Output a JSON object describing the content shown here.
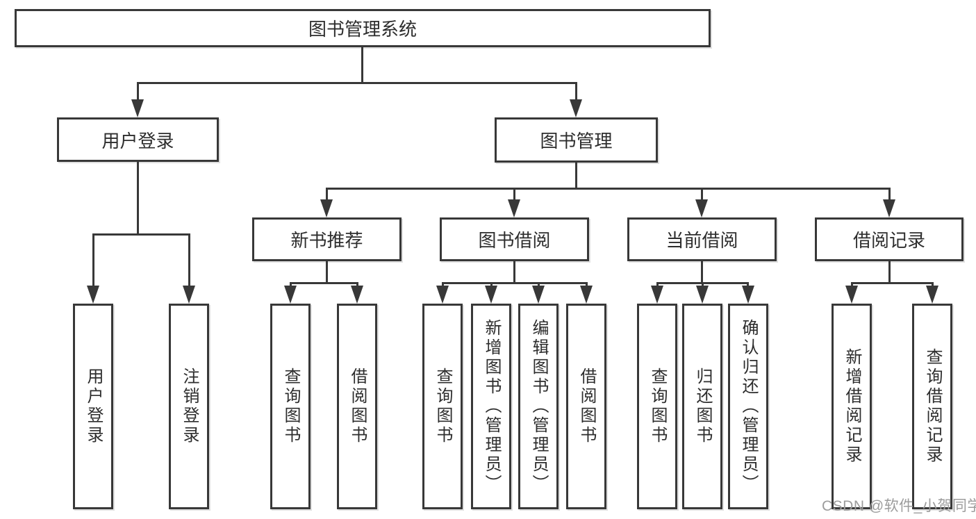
{
  "diagram": {
    "title_node": "图书管理系统",
    "level2": {
      "user_login": "用户登录",
      "book_mgmt": "图书管理"
    },
    "level3": {
      "new_books": "新书推荐",
      "book_borrow": "图书借阅",
      "current_borrow": "当前借阅",
      "borrow_records": "借阅记录"
    },
    "leaves": {
      "user_login": [
        "用户登录",
        "注销登录"
      ],
      "new_books": [
        "查询图书",
        "借阅图书"
      ],
      "book_borrow": [
        "查询图书",
        "新增图书（管理员）",
        "编辑图书（管理员）",
        "借阅图书"
      ],
      "current_borrow": [
        "查询图书",
        "归还图书",
        "确认归还（管理员）"
      ],
      "borrow_records": [
        "新增借阅记录",
        "查询借阅记录"
      ]
    },
    "colors": {
      "line": "#383838",
      "text": "#2d2d2d",
      "watermark": "#9c9c9c",
      "background": "#ffffff"
    },
    "watermark": "CSDN @软件_小贺同学"
  }
}
